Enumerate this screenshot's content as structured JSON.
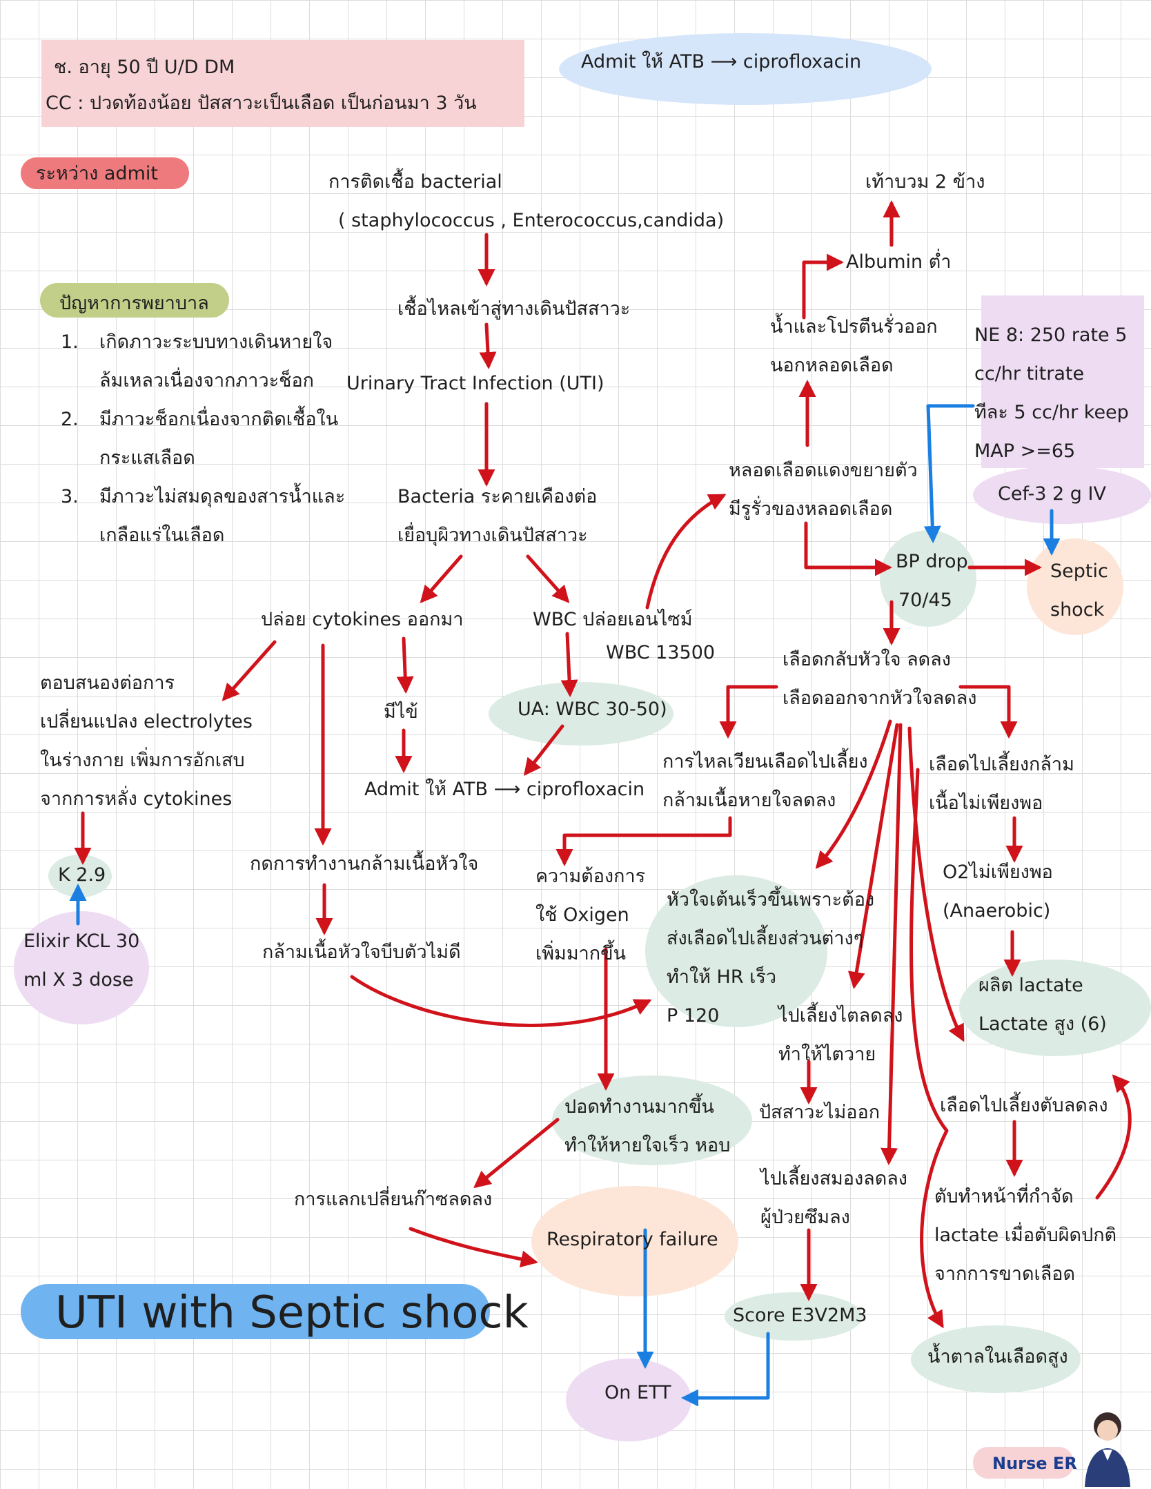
{
  "colors": {
    "arrow_red": "#d0121b",
    "arrow_blue": "#1a7fe0",
    "pink": "#f8d3d6",
    "blue": "#d6e6fa",
    "green": "#dcebe4",
    "peach": "#fde6d8",
    "lilac": "#eedcf2",
    "olive": "#c2cf88",
    "red_pill": "#ef7a7e",
    "title_pill": "#6fb4f0"
  },
  "patient": {
    "line1": "ช. อายุ 50 ปี  U/D DM",
    "line2": "CC : ปวดท้องน้อย ปัสสาวะเป็นเลือด เป็นก่อนมา 3 วัน"
  },
  "admit_top": "Admit ให้ ATB ⟶ ciprofloxacin",
  "during_admit": "ระหว่าง admit",
  "nursing": {
    "header": "ปัญหาการพยาบาล",
    "items": [
      {
        "n": "1.",
        "l1": "เกิดภาวะระบบทางเดินหายใจ",
        "l2": "ล้มเหลวเนื่องจากภาวะช็อก"
      },
      {
        "n": "2.",
        "l1": "มีภาวะช็อกเนื่องจากติดเชื้อใน",
        "l2": "กระแสเลือด"
      },
      {
        "n": "3.",
        "l1": "มีภาวะไม่สมดุลของสารน้ำและ",
        "l2": "เกลือแร่ในเลือด"
      }
    ]
  },
  "infection": {
    "l1": "การติดเชื้อ bacterial",
    "l2": "( staphylococcus , Enterococcus,candida)"
  },
  "enter_urinary": "เชื้อไหลเข้าสู่ทางเดินปัสสาวะ",
  "uti": "Urinary Tract Infection (UTI)",
  "irritate": {
    "l1": "Bacteria ระคายเคืองต่อ",
    "l2": "เยื่อบุผิวทางเดินปัสสาวะ"
  },
  "cytokines": "ปล่อย cytokines ออกมา",
  "wbc_enzyme": {
    "l1": "WBC ปล่อยเอนไซม์",
    "l2": "WBC 13500"
  },
  "response": {
    "l1": "ตอบสนองต่อการ",
    "l2": "เปลี่ยนแปลง electrolytes",
    "l3": "ในร่างกาย เพิ่มการอักเสบ",
    "l4": "จากการหลั่ง cytokines"
  },
  "fever": "มีไข้",
  "ua": "UA: WBC 30-50)",
  "admit_mid": "Admit ให้ ATB ⟶ ciprofloxacin",
  "potassium": "K 2.9",
  "elixir": {
    "l1": "Elixir KCL 30",
    "l2": "ml X 3 dose"
  },
  "suppress_heart": "กดการทำงานกล้ามเนื้อหัวใจ",
  "weak_heart": "กล้ามเนื้อหัวใจบีบตัวไม่ดี",
  "vasodilate": {
    "l1": "หลอดเลือดแดงขยายตัว",
    "l2": "มีรูรั่วของหลอดเลือด"
  },
  "leak": {
    "l1": "น้ำและโปรตีนรั่วออก",
    "l2": "นอกหลอดเลือด"
  },
  "albumin": "Albumin ต่ำ",
  "edema": "เท้าบวม 2 ข้าง",
  "ne": {
    "l1": "NE 8: 250 rate 5",
    "l2": "cc/hr titrate",
    "l3": "ทีละ 5 cc/hr keep",
    "l4": "MAP >=65"
  },
  "cef": "Cef-3 2 g IV",
  "bp": {
    "l1": "BP drop",
    "l2": "70/45"
  },
  "septic": {
    "l1": "Septic",
    "l2": "shock"
  },
  "return": {
    "l1": "เลือดกลับหัวใจ ลดลง",
    "l2": "เลือดออกจากหัวใจลดลง"
  },
  "circ_resp": {
    "l1": "การไหลเวียนเลือดไปเลี้ยง",
    "l2": "กล้ามเนื้อหายใจลดลง"
  },
  "o2need": {
    "l1": "ความต้องการ",
    "l2": "ใช้ Oxigen",
    "l3": "เพิ่มมากขึ้น"
  },
  "hr": {
    "l1": "หัวใจเต้นเร็วขึ้นเพราะต้อง",
    "l2": "ส่งเลือดไปเลี้ยงส่วนต่างๆ",
    "l3": "ทำให้ HR เร็ว",
    "l4": "P 120"
  },
  "muscle": {
    "l1": "เลือดไปเลี้ยงกล้าม",
    "l2": "เนื้อไม่เพียงพอ"
  },
  "o2low": {
    "l1": "O2ไม่เพียงพอ",
    "l2": "(Anaerobic)"
  },
  "lactate": {
    "l1": "ผลิต lactate",
    "l2": "Lactate สูง (6)"
  },
  "kidney": {
    "l1": "ไปเลี้ยงไตลดลง",
    "l2": "ทำให้ไตวาย"
  },
  "no_urine": "ปัสสาวะไม่ออก",
  "lung": {
    "l1": "ปอดทำงานมากขึ้น",
    "l2": "ทำให้หายใจเร็ว หอบ"
  },
  "gas": "การแลกเปลี่ยนก๊าซลดลง",
  "resp_fail": "Respiratory failure",
  "brain": {
    "l1": "ไปเลี้ยงสมองลดลง",
    "l2": "ผู้ป่วยซึมลง"
  },
  "liver": "เลือดไปเลี้ยงตับลดลง",
  "liver_fn": {
    "l1": "ตับทำหน้าที่กำจัด",
    "l2": "lactate เมื่อตับผิดปกติ",
    "l3": "จากการขาดเลือด"
  },
  "score": "Score E3V2M3",
  "glucose": "น้ำตาลในเลือดสูง",
  "title": "UTI with Septic shock",
  "on_ett": "On ETT",
  "nurse_er": "Nurse ER"
}
